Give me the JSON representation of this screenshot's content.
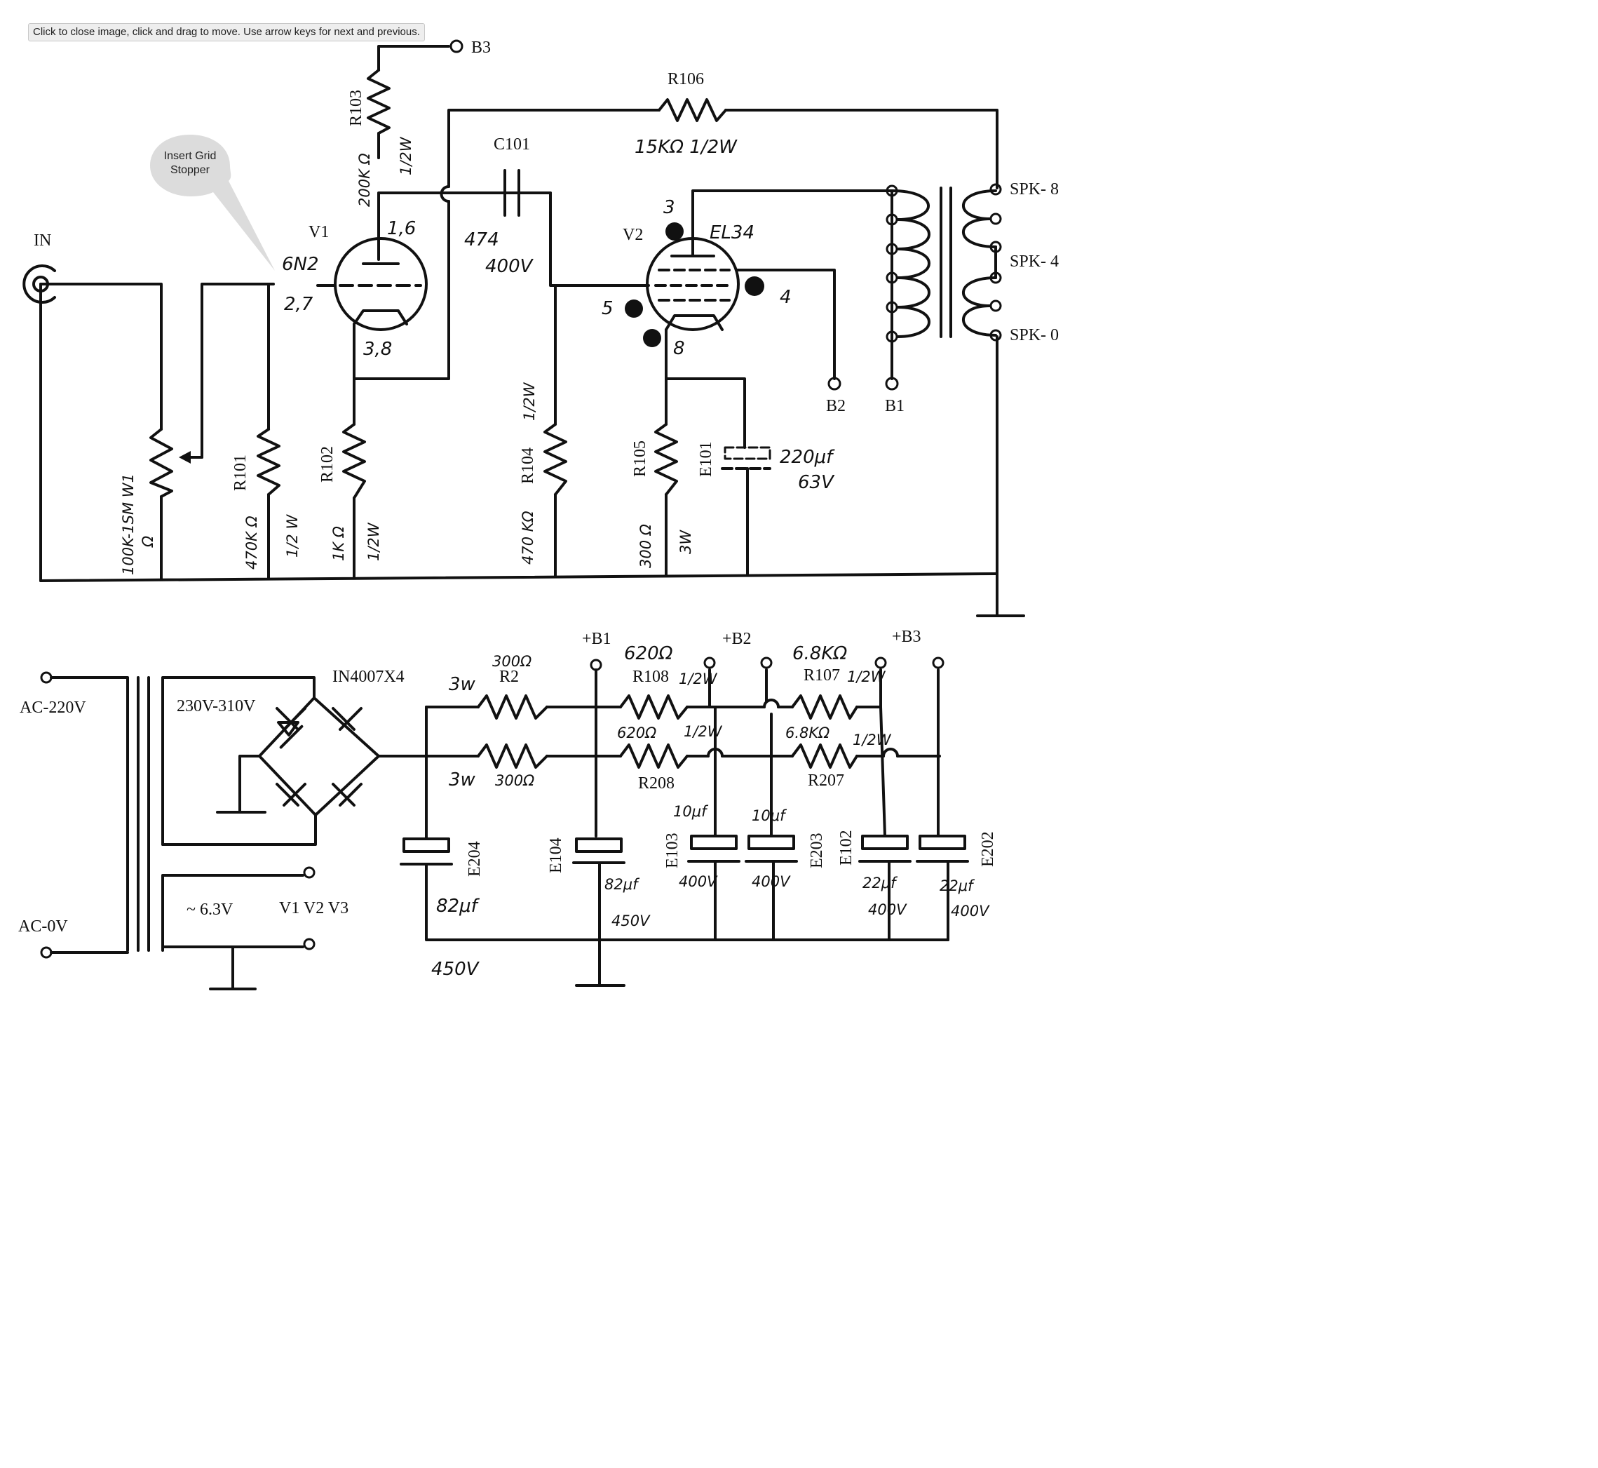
{
  "viewer": {
    "hint": "Click to close image, click and drag to move. Use arrow keys for next and previous."
  },
  "callout": {
    "line1": "Insert Grid",
    "line2": "Stopper"
  },
  "amp": {
    "input_label": "IN",
    "b3_out": "B3",
    "r103": {
      "ref": "R103",
      "value": "200K Ω",
      "power": "1/2W"
    },
    "r106": {
      "ref": "R106",
      "value": "15KΩ 1/2W"
    },
    "c101": {
      "ref": "C101",
      "value": "474",
      "voltage": "400V"
    },
    "v1": {
      "ref": "V1",
      "type": "6N2",
      "pin_plate": "1,6",
      "pin_grid": "2,7",
      "pin_cathode": "3,8"
    },
    "v2": {
      "ref": "V2",
      "type": "EL34",
      "pin3": "3",
      "pin4": "4",
      "pin5": "5",
      "pin8": "8"
    },
    "w1": {
      "value": "100K-1SM W1",
      "unit": "Ω"
    },
    "r101": {
      "ref": "R101",
      "value": "470K Ω",
      "power": "1/2 W"
    },
    "r102": {
      "ref": "R102",
      "value": "1K Ω",
      "power": "1/2W"
    },
    "r104": {
      "ref": "R104",
      "value": "470 KΩ",
      "power": "1/2W"
    },
    "r105": {
      "ref": "R105",
      "value": "300 Ω",
      "power": "3W"
    },
    "e101": {
      "ref": "E101",
      "value": "220μf",
      "voltage": "63V"
    },
    "b2": "B2",
    "b1": "B1",
    "spk8": "SPK- 8",
    "spk4": "SPK- 4",
    "spk0": "SPK- 0"
  },
  "psu": {
    "ac220": "AC-220V",
    "ac0": "AC-0V",
    "sec_hv": "230V-310V",
    "sec_heater": "~ 6.3V",
    "heater_tubes": "V1  V2  V3",
    "bridge": "IN4007X4",
    "plus_b1": "+B1",
    "plus_b2": "+B2",
    "plus_b3": "+B3",
    "r2": {
      "ref": "R2",
      "power": "3w",
      "value": "300Ω"
    },
    "r_lower_left": {
      "power": "3w",
      "value": "300Ω"
    },
    "r108": {
      "ref": "R108",
      "value": "620Ω",
      "power": "1/2W"
    },
    "r208": {
      "ref": "R208",
      "value": "620Ω",
      "power": "1/2W"
    },
    "r107": {
      "ref": "R107",
      "value": "6.8KΩ",
      "power": "1/2W"
    },
    "r207": {
      "ref": "R207",
      "value": "6.8KΩ",
      "power": "1/2W"
    },
    "e204": {
      "ref": "E204",
      "value": "82μf",
      "voltage": "450V"
    },
    "e104": {
      "ref": "E104",
      "value": "82μf",
      "voltage": "450V"
    },
    "e103": {
      "ref": "E103",
      "value": "10μf",
      "voltage": "400V"
    },
    "e203": {
      "ref": "E203",
      "value": "10μf",
      "voltage": "400V"
    },
    "e102": {
      "ref": "E102",
      "value": "22μf",
      "voltage": "400V"
    },
    "e202": {
      "ref": "E202",
      "value": "22μf",
      "voltage": "400V"
    }
  }
}
